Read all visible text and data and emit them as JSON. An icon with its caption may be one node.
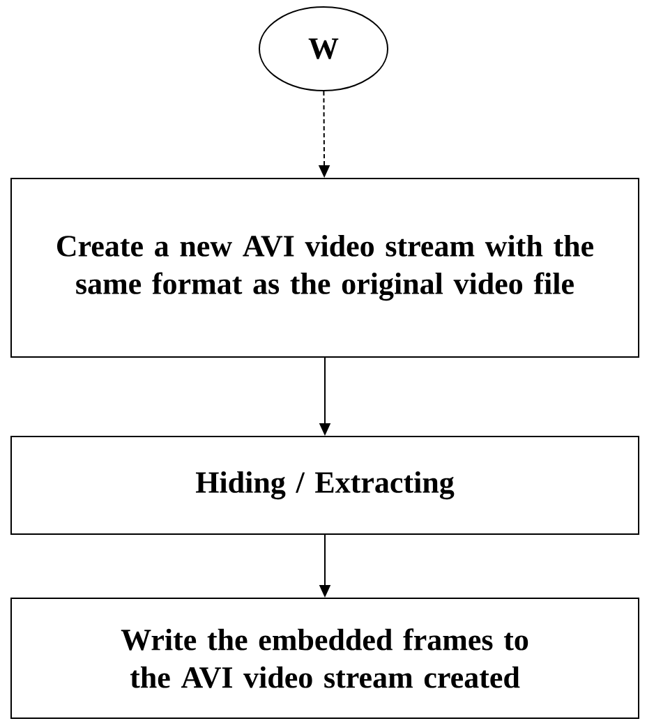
{
  "diagram": {
    "nodes": [
      {
        "text": [
          "W"
        ]
      },
      {
        "text": [
          "Create a new AVI video stream with the same format as the original video file"
        ]
      },
      {
        "text": [
          "Hiding / Extracting"
        ]
      },
      {
        "text": [
          "Write the embedded frames to the AVI video stream created"
        ]
      }
    ],
    "edges": [
      {
        "from": 0,
        "to": 1,
        "arrow": "to",
        "style": "dashed"
      },
      {
        "from": 1,
        "to": 2,
        "arrow": "to"
      },
      {
        "from": 2,
        "to": 3,
        "arrow": "to"
      }
    ]
  }
}
